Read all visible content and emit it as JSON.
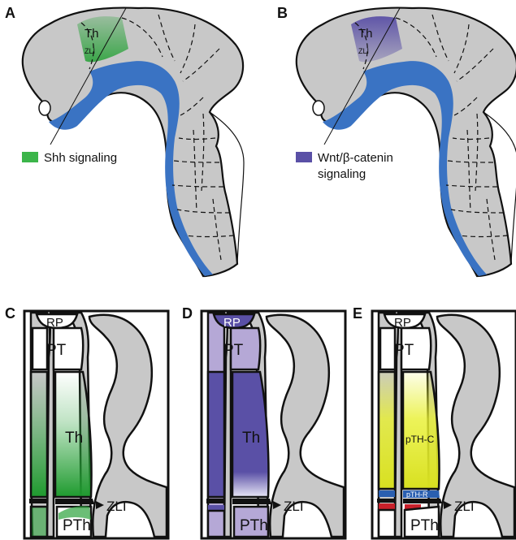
{
  "panels": {
    "A": {
      "letter": "A",
      "th": "Th",
      "zli": "ZLI",
      "legend": "Shh signaling",
      "legend_color": "#3cb54a"
    },
    "B": {
      "letter": "B",
      "th": "Th",
      "zli": "ZLI",
      "legend_line1": "Wnt/β-catenin",
      "legend_line2": "signaling",
      "legend_color": "#5a50a6"
    },
    "C": {
      "letter": "C",
      "rp": "RP",
      "pt": "PT",
      "th": "Th",
      "pth": "PTh",
      "zli": "ZLI"
    },
    "D": {
      "letter": "D",
      "rp": "RP",
      "pt": "PT",
      "th": "Th",
      "pth": "PTh",
      "zli": "ZLI"
    },
    "E": {
      "letter": "E",
      "rp": "RP",
      "pt": "PT",
      "pthc": "pTH-C",
      "pthr": "pTH-R",
      "pth": "PTh",
      "zli": "ZLI"
    }
  },
  "colors": {
    "tissue": "#c8c8c8",
    "ventricle": "#3a73c3",
    "shh": "#2ca33c",
    "wnt": "#5a50a6",
    "wnt_light": "#b5a8d6",
    "yellow": "#e8f030",
    "red": "#c8202a",
    "blue": "#2a5fb0"
  }
}
